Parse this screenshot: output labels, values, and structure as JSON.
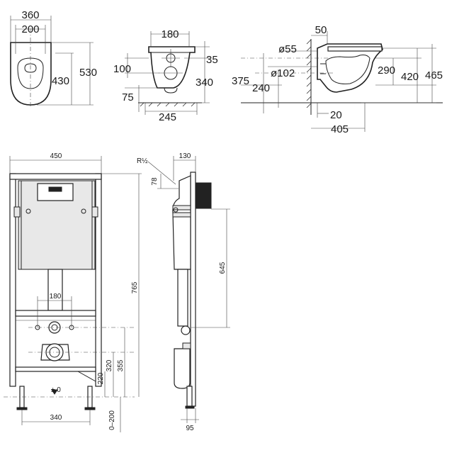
{
  "top_view": {
    "overall_width": "360",
    "seat_width": "200",
    "bowl_length": "430",
    "overall_length": "530"
  },
  "front_view": {
    "width": "180",
    "offset_top": "35",
    "height_100": "100",
    "height_340": "340",
    "bottom_75": "75",
    "base_width": "245"
  },
  "side_view": {
    "wall_offset": "50",
    "inlet_diameter": "ø55",
    "outlet_diameter": "ø102",
    "height_375": "375",
    "height_240": "240",
    "height_290": "290",
    "height_420": "420",
    "height_465": "465",
    "gap_20": "20",
    "projection": "405"
  },
  "frame_front": {
    "frame_width": "450",
    "inlet_spacing": "180",
    "level_label": "± 0",
    "leg_spacing": "340",
    "height_765": "765",
    "height_355": "355",
    "height_320": "320",
    "height_220": "220",
    "leg_adjust": "0–200"
  },
  "frame_side": {
    "thread": "R½",
    "depth": "130",
    "height_78": "78",
    "height_645": "645",
    "foot_95": "95"
  }
}
